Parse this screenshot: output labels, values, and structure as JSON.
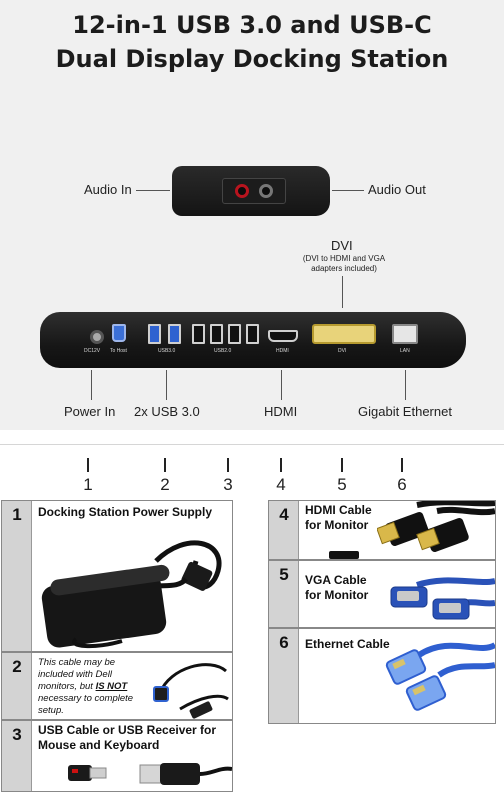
{
  "title": {
    "line1": "12-in-1 USB 3.0 and USB-C",
    "line2": "Dual Display Docking Station"
  },
  "callouts": {
    "audio_in": "Audio In",
    "audio_out": "Audio Out",
    "dvi": "DVI",
    "dvi_note": "(DVI to HDMI and VGA adapters included)",
    "power_in": "Power In",
    "usb3": "2x USB 3.0",
    "hdmi": "HDMI",
    "ethernet": "Gigabit Ethernet"
  },
  "port_labels": {
    "dc": "DC12V",
    "to_host": "To Host",
    "usb3": "USB3.0",
    "usb2": "USB2.0",
    "hdmi": "HDMI",
    "dvi": "DVI",
    "lan": "LAN"
  },
  "column_numbers": [
    "1",
    "2",
    "3",
    "4",
    "5",
    "6"
  ],
  "items": [
    {
      "num": "1",
      "title": "Docking Station Power Supply"
    },
    {
      "num": "2",
      "note_pre": "This cable may be included with Dell monitors, but ",
      "note_strong": "IS NOT",
      "note_post": " necessary to complete setup."
    },
    {
      "num": "3",
      "title_line1": "USB Cable or USB Receiver for",
      "title_line2": "Mouse and Keyboard"
    },
    {
      "num": "4",
      "title_line1": "HDMI Cable",
      "title_line2": "for Monitor"
    },
    {
      "num": "5",
      "title_line1": "VGA Cable",
      "title_line2": "for Monitor"
    },
    {
      "num": "6",
      "title": "Ethernet Cable"
    }
  ],
  "colors": {
    "panel_bg": "#f0f0f0",
    "gutter": "#d3d3d3",
    "usb3_blue": "#2f62d0",
    "dvi_gold": "#e8d37a",
    "ethernet_blue": "#2f5fd0",
    "vga_blue": "#2a52b8"
  }
}
